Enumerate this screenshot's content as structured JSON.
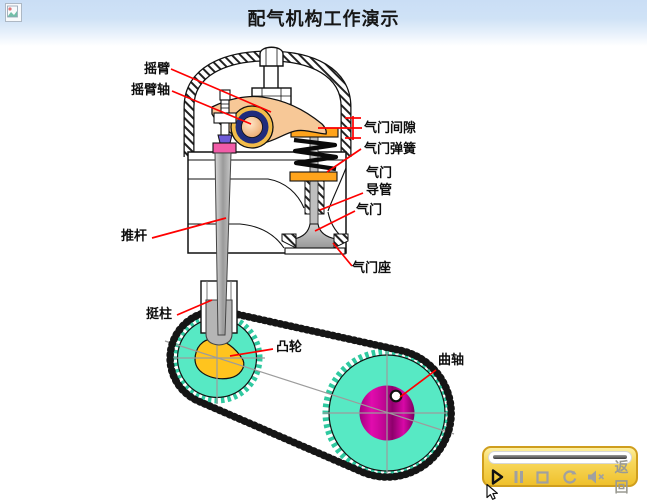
{
  "title": "配气机构工作演示",
  "diagram": {
    "labels": {
      "rocker_arm": "摇臂",
      "rocker_shaft": "摇臂轴",
      "valve_clearance": "气门间隙",
      "valve_spring": "气门弹簧",
      "valve_guide_line1": "气门",
      "valve_guide_line2": "导管",
      "valve": "气门",
      "valve_seat": "气门座",
      "push_rod": "推杆",
      "tappet": "挺柱",
      "cam": "凸轮",
      "crankshaft": "曲轴"
    },
    "colors": {
      "gear_teal": "#57e9c4",
      "cam_lobe_yellow": "#ffc41e",
      "crank_hub_magenta": "#c4009a",
      "rocker_tan": "#f7c897",
      "spring_retainer_orange": "#ffa41c",
      "leader_line_red": "#ff0000",
      "title_band_blue": "#cadef5",
      "panel_gold": "#efc12c"
    }
  },
  "player": {
    "back_label": "返回",
    "buttons": [
      "play",
      "pause",
      "stop",
      "replay",
      "mute"
    ]
  }
}
